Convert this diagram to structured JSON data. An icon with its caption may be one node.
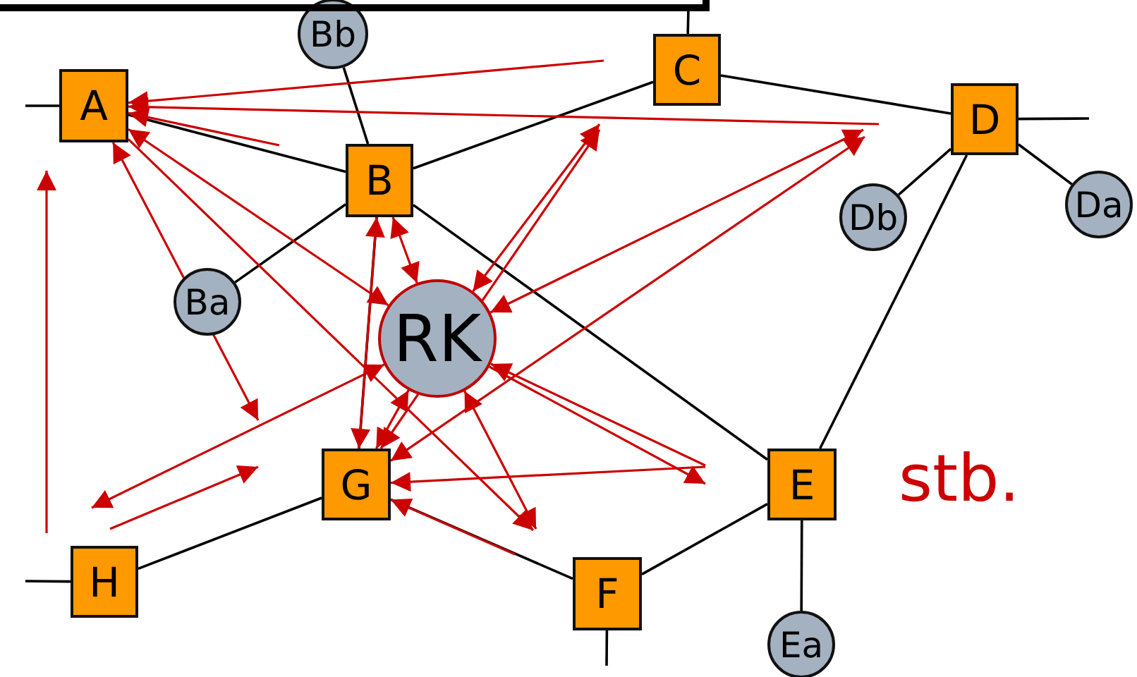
{
  "diagram": {
    "nodes": [
      {
        "text": [
          "A"
        ]
      },
      {
        "text": [
          "B"
        ]
      },
      {
        "text": [
          "C"
        ]
      },
      {
        "text": [
          "D"
        ]
      },
      {
        "text": [
          "E"
        ]
      },
      {
        "text": [
          "F"
        ]
      },
      {
        "text": [
          "G"
        ]
      },
      {
        "text": [
          "H"
        ]
      },
      {
        "text": [
          "Bb"
        ]
      },
      {
        "text": [
          "Ba"
        ]
      },
      {
        "text": [
          "Db"
        ]
      },
      {
        "text": [
          "Da"
        ]
      },
      {
        "text": [
          "Ea"
        ]
      },
      {
        "text": [
          "RK"
        ]
      },
      {
        "text": [],
        "shape": "box"
      }
    ],
    "edges": [
      {
        "from": null,
        "to": 0,
        "arrow": "none"
      },
      {
        "from": 8,
        "to": 1,
        "arrow": "none"
      },
      {
        "from": 0,
        "to": 1,
        "arrow": "none"
      },
      {
        "from": 1,
        "to": 2,
        "arrow": "none"
      },
      {
        "from": 2,
        "to": 14,
        "arrow": "none"
      },
      {
        "from": 2,
        "to": 3,
        "arrow": "none"
      },
      {
        "from": 3,
        "to": null,
        "arrow": "none"
      },
      {
        "from": 3,
        "to": 10,
        "arrow": "none"
      },
      {
        "from": 3,
        "to": 11,
        "arrow": "none"
      },
      {
        "from": 1,
        "to": 9,
        "arrow": "none"
      },
      {
        "from": 1,
        "to": 4,
        "arrow": "none"
      },
      {
        "from": 1,
        "to": 6,
        "arrow": "none"
      },
      {
        "from": 3,
        "to": 4,
        "arrow": "none"
      },
      {
        "from": 4,
        "to": 12,
        "arrow": "none"
      },
      {
        "from": 4,
        "to": 5,
        "arrow": "none"
      },
      {
        "from": 5,
        "to": null,
        "arrow": "none"
      },
      {
        "from": 5,
        "to": 6,
        "arrow": "none"
      },
      {
        "from": 6,
        "to": 7,
        "arrow": "none"
      },
      {
        "from": null,
        "to": 7,
        "arrow": "none"
      },
      {
        "from": null,
        "to": 0,
        "arrow": "to",
        "color": "#cc0000"
      },
      {
        "from": null,
        "to": 0,
        "arrow": "to",
        "color": "#cc0000"
      },
      {
        "from": null,
        "to": 0,
        "arrow": "to",
        "color": "#cc0000"
      },
      {
        "from": 0,
        "to": null,
        "arrow": "both",
        "color": "#cc0000"
      },
      {
        "from": 0,
        "to": 13,
        "arrow": "both",
        "color": "#cc0000"
      },
      {
        "from": 0,
        "to": null,
        "arrow": "to",
        "color": "#cc0000"
      },
      {
        "from": 1,
        "to": 13,
        "arrow": "both",
        "color": "#cc0000"
      },
      {
        "from": 1,
        "to": 6,
        "arrow": "both",
        "color": "#cc0000"
      },
      {
        "from": 13,
        "to": null,
        "arrow": "both",
        "color": "#cc0000"
      },
      {
        "from": 6,
        "to": null,
        "arrow": "both",
        "color": "#cc0000"
      },
      {
        "from": null,
        "to": 13,
        "arrow": "both",
        "color": "#cc0000"
      },
      {
        "from": null,
        "to": 6,
        "arrow": "both",
        "color": "#cc0000"
      },
      {
        "from": 13,
        "to": null,
        "arrow": "to",
        "color": "#cc0000"
      },
      {
        "from": null,
        "to": 13,
        "arrow": "to",
        "color": "#cc0000"
      },
      {
        "from": null,
        "to": 6,
        "arrow": "to",
        "color": "#cc0000"
      },
      {
        "from": null,
        "to": 6,
        "arrow": "to",
        "color": "#cc0000"
      },
      {
        "from": 13,
        "to": null,
        "arrow": "both",
        "color": "#cc0000"
      },
      {
        "from": null,
        "to": 13,
        "arrow": "both",
        "color": "#cc0000"
      },
      {
        "from": 6,
        "to": 13,
        "arrow": "both",
        "color": "#cc0000"
      }
    ],
    "labels": [
      "stb."
    ]
  }
}
